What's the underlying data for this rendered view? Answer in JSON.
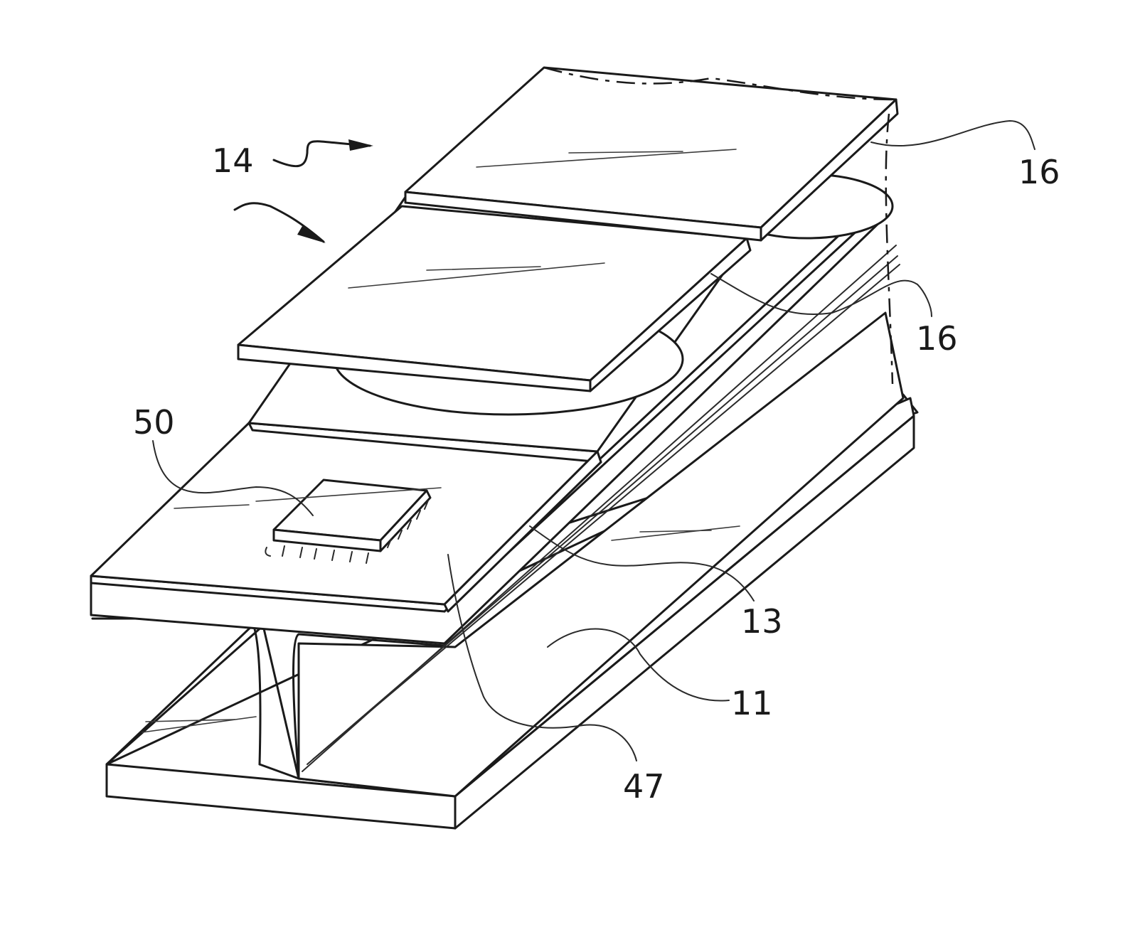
{
  "figure": {
    "labels": {
      "assembly": "14",
      "panel_upper": "16",
      "panel_lower": "16",
      "chip": "50",
      "plate": "13",
      "beam": "11",
      "surface": "47"
    }
  }
}
